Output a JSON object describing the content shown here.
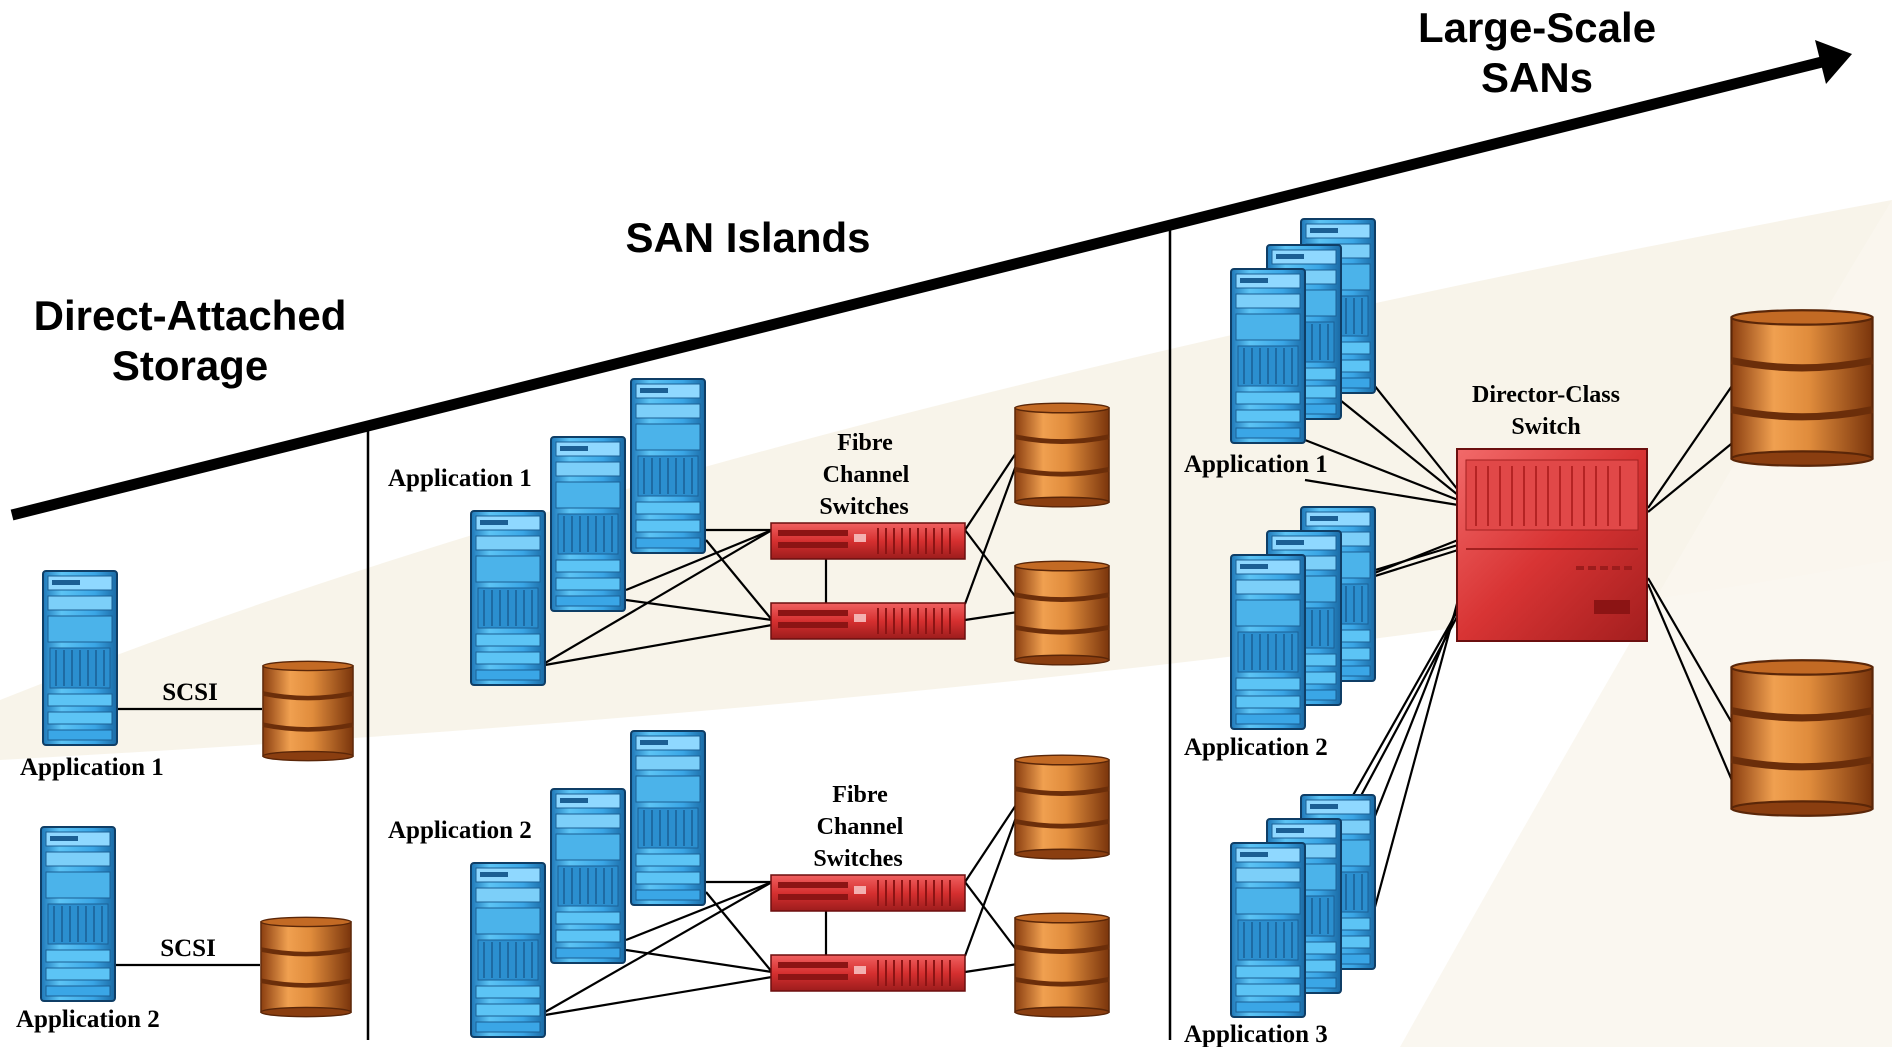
{
  "titles": {
    "das_line1": "Direct-Attached",
    "das_line2": "Storage",
    "islands": "SAN Islands",
    "large_line1": "Large-Scale",
    "large_line2": "SANs"
  },
  "das": {
    "app1": "Application 1",
    "app2": "Application 2",
    "link1": "SCSI",
    "link2": "SCSI"
  },
  "islands": {
    "app1": "Application 1",
    "app2": "Application 2",
    "switch_label_top": [
      "Fibre",
      "Channel",
      "Switches"
    ],
    "switch_label_bottom": [
      "Fibre",
      "Channel",
      "Switches"
    ]
  },
  "large": {
    "app1": "Application 1",
    "app2": "Application 2",
    "app3": "Application 3",
    "director_line1": "Director-Class",
    "director_line2": "Switch"
  },
  "colors": {
    "server_blue": "#3aa6e6",
    "switch_red": "#d93535",
    "disk_orange": "#d98532"
  }
}
